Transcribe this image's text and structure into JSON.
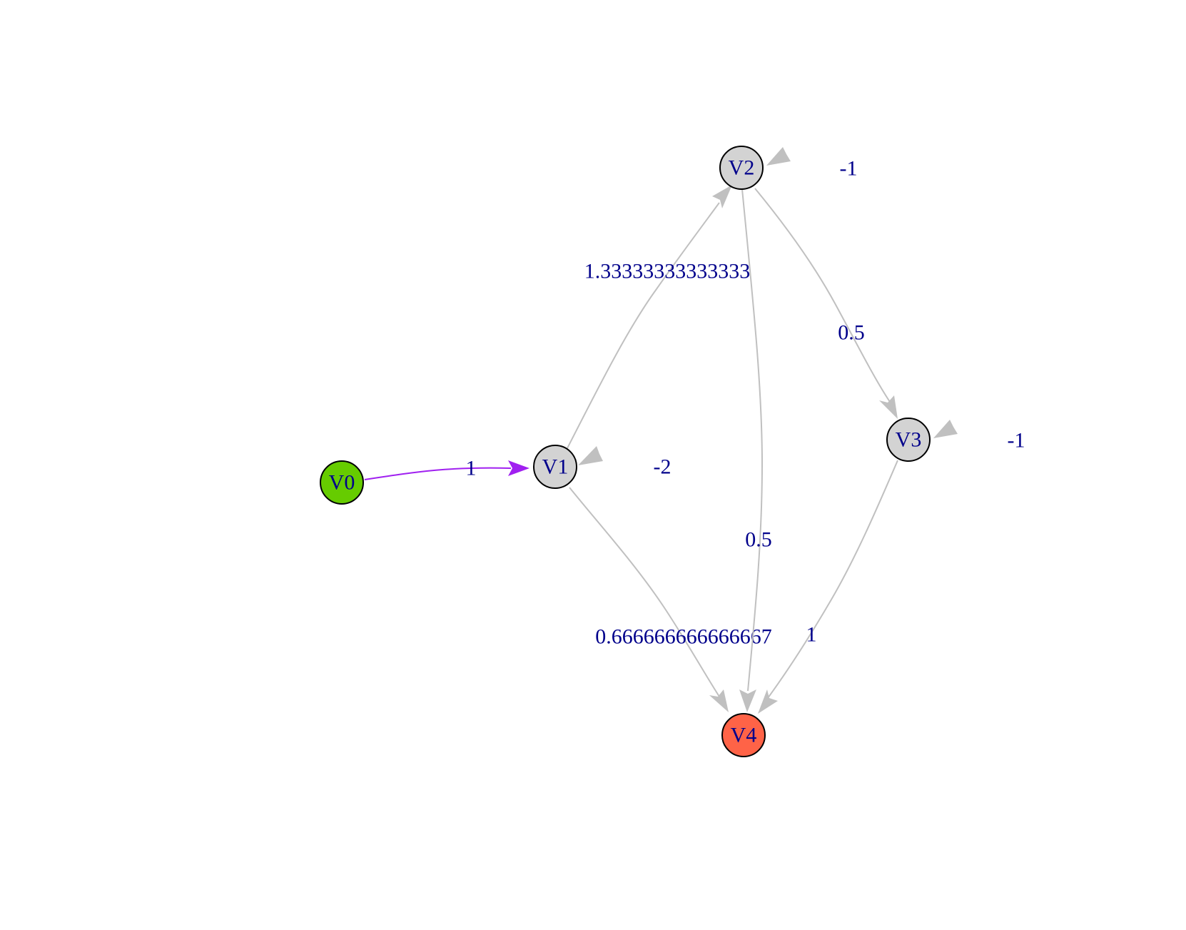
{
  "colors": {
    "label": "#00008B",
    "edge_default": "#C0C0C0",
    "edge_highlight": "#A020F0",
    "node_stroke": "#000000"
  },
  "nodes": [
    {
      "id": "V0",
      "label": "V0",
      "fill": "#66CC00"
    },
    {
      "id": "V1",
      "label": "V1",
      "fill": "#D3D3D3"
    },
    {
      "id": "V2",
      "label": "V2",
      "fill": "#D3D3D3"
    },
    {
      "id": "V3",
      "label": "V3",
      "fill": "#D3D3D3"
    },
    {
      "id": "V4",
      "label": "V4",
      "fill": "#FF6347"
    }
  ],
  "edges": [
    {
      "from": "V0",
      "to": "V1",
      "label": "1",
      "highlighted": true
    },
    {
      "from": "V1",
      "to": "V2",
      "label": "1.33333333333333",
      "highlighted": false
    },
    {
      "from": "V1",
      "to": "V4",
      "label": "0.666666666666667",
      "highlighted": false
    },
    {
      "from": "V1",
      "to": "V1",
      "label": "-2",
      "highlighted": false
    },
    {
      "from": "V2",
      "to": "V3",
      "label": "0.5",
      "highlighted": false
    },
    {
      "from": "V2",
      "to": "V4",
      "label": "0.5",
      "highlighted": false
    },
    {
      "from": "V2",
      "to": "V2",
      "label": "-1",
      "highlighted": false
    },
    {
      "from": "V3",
      "to": "V4",
      "label": "1",
      "highlighted": false
    },
    {
      "from": "V3",
      "to": "V3",
      "label": "-1",
      "highlighted": false
    }
  ]
}
